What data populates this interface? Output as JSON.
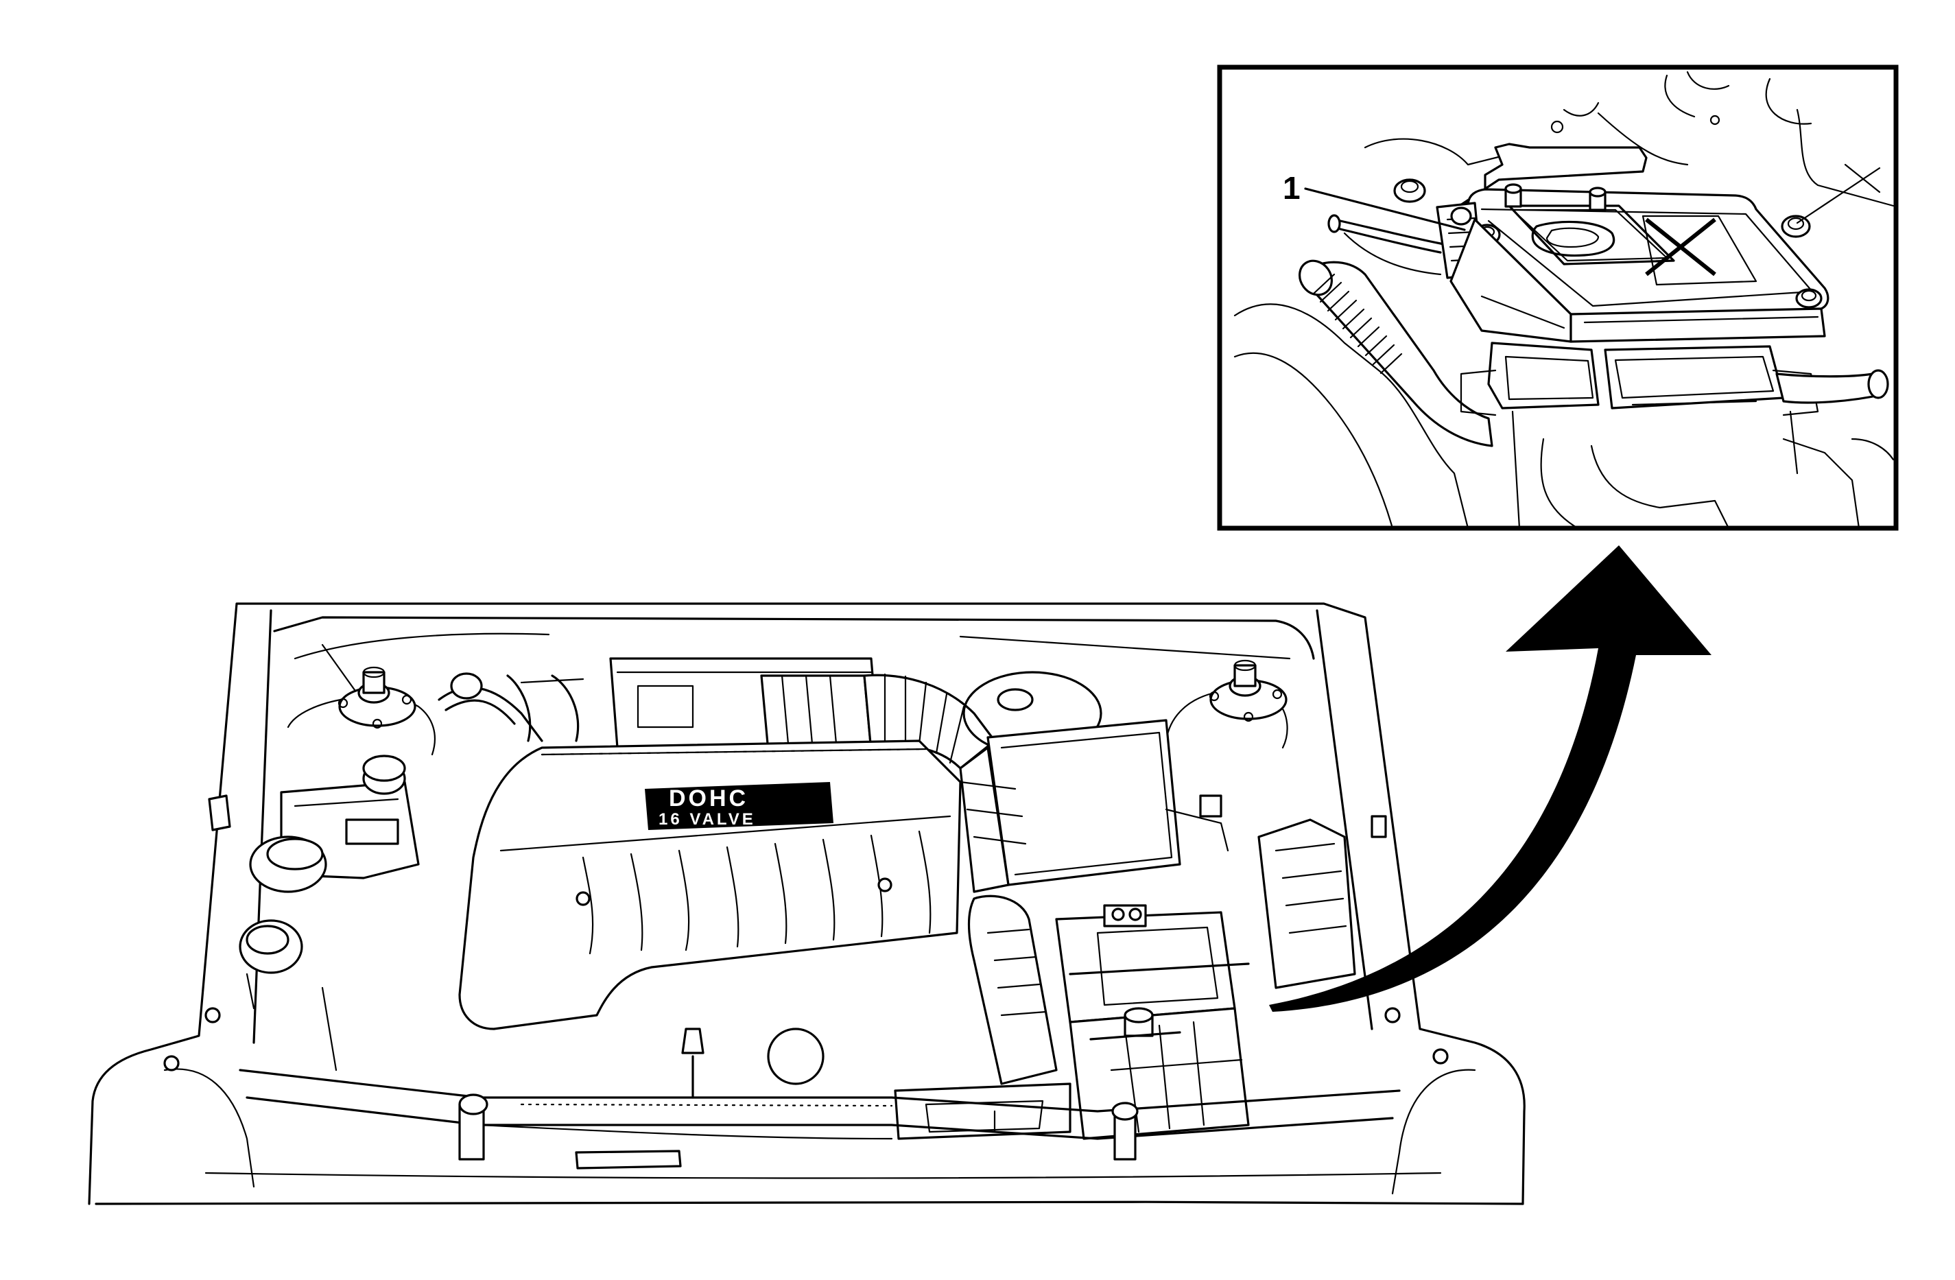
{
  "figure": {
    "callouts": [
      {
        "id": "1",
        "label": "1"
      }
    ],
    "engine_cover_badge": {
      "line1": "DOHC",
      "line2": "16 VALVE"
    }
  }
}
